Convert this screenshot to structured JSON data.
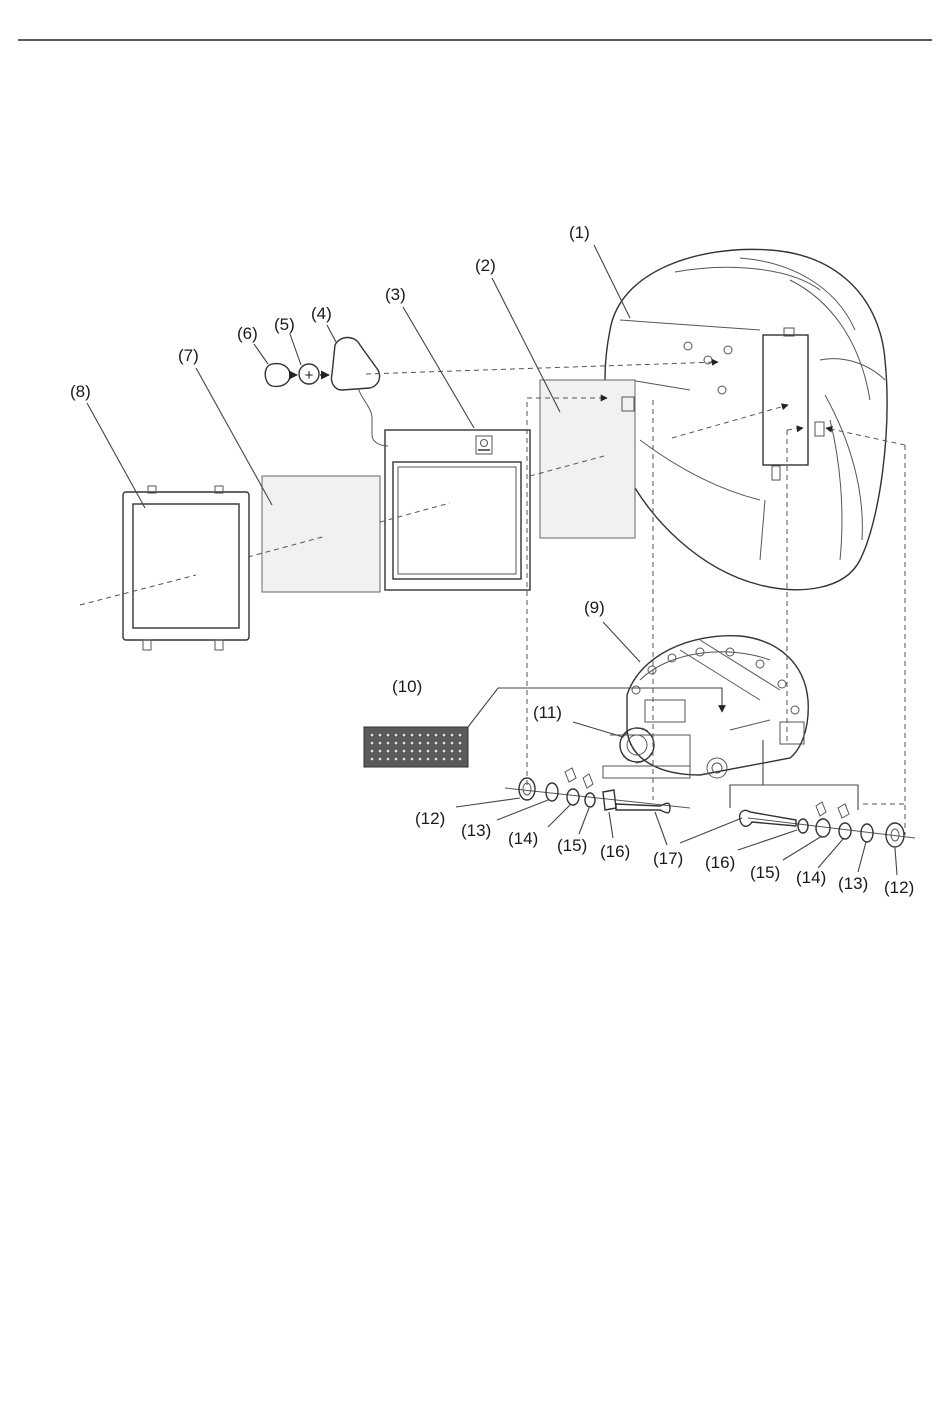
{
  "labels": {
    "p1": "(1)",
    "p2": "(2)",
    "p3": "(3)",
    "p4": "(4)",
    "p5": "(5)",
    "p6": "(6)",
    "p7": "(7)",
    "p8": "(8)",
    "p9": "(9)",
    "p10": "(10)",
    "p11": "(11)",
    "p12a": "(12)",
    "p13a": "(13)",
    "p14a": "(14)",
    "p15a": "(15)",
    "p16a": "(16)",
    "p17": "(17)",
    "p16b": "(16)",
    "p15b": "(15)",
    "p14b": "(14)",
    "p13b": "(13)",
    "p12b": "(12)"
  },
  "battery_symbol": "+"
}
